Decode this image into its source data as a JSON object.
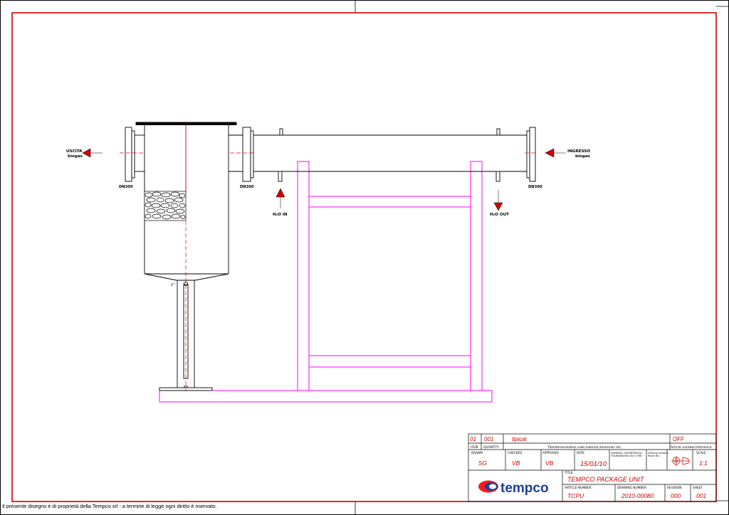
{
  "drawing": {
    "labels": {
      "outlet_line1": "USCITA",
      "outlet_line2": "biogas",
      "inlet_line1": "INGRESSO",
      "inlet_line2": "biogas",
      "dn_left": "DN300",
      "dn_mid": "DN300",
      "dn_right": "DN300",
      "water_in": "H₂O IN",
      "water_out": "H₂O OUT",
      "drain_size": "1\""
    },
    "colors": {
      "frame": "#cc0000",
      "frame_inner_border": "#000000",
      "steel_frame": "#ff00ff",
      "centerline": "#ff0000",
      "arrow": "#cc0000",
      "line": "#000000"
    }
  },
  "title_block": {
    "item": "01",
    "quantity": "001",
    "description": "tipical",
    "material_note": "OFF",
    "hdr_item": "ITEM",
    "hdr_quantity": "QUANTITY",
    "hdr_title": "Title/denomination,code,material,dimension etc.",
    "hdr_article": "Article number/reference",
    "hdr_drawn": "DRAWN",
    "hdr_checked": "CHECKED",
    "hdr_approved": "APPROVED",
    "hdr_date": "DATE",
    "hdr_tolerancing_1": "GENERAL GEOMETRICAL",
    "hdr_tolerancing_2": "TOLERANCING ISO 2768",
    "hdr_surface_1": "General surface",
    "hdr_surface_2": "finish Ra:",
    "hdr_scale": "SCALE",
    "drawn": "SG",
    "checked": "VB",
    "approved": "VB",
    "date": "15/01/10",
    "scale": "1:1",
    "hdr_title_field": "TITLE",
    "title": "TEMPCO PACKAGE UNIT",
    "hdr_article_number": "ARTICLE NUMBER",
    "hdr_drawing_number": "DRAWING NUMBER",
    "hdr_revision": "REVISION",
    "hdr_sheet": "SHEET",
    "article_number": "TCPU",
    "drawing_number": "2010-00080",
    "revision": "000",
    "sheet": "001",
    "logo_text": "tempco"
  },
  "footer": {
    "note": "Il presente disegno è di proprietà della Tempco srl  - a termine di legge ogni diritto è riservato."
  }
}
